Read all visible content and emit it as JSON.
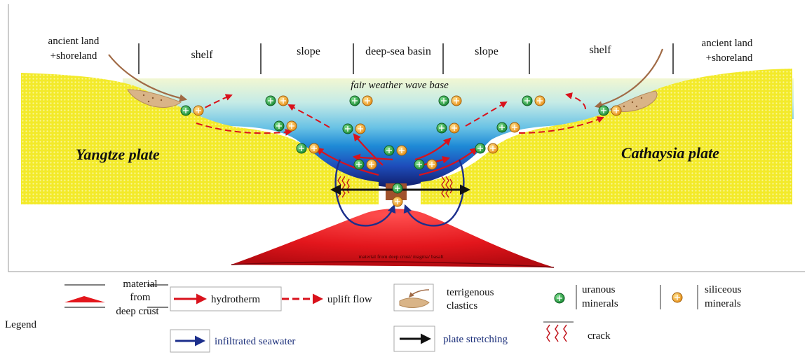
{
  "zones": {
    "left_land": [
      "ancient land",
      "+shoreland"
    ],
    "left_shelf": "shelf",
    "left_slope": "slope",
    "basin": "deep-sea basin",
    "right_slope": "slope",
    "right_shelf": "shelf",
    "right_land": [
      "ancient land",
      "+shoreland"
    ]
  },
  "wave_base": "fair weather wave base",
  "plates": {
    "left": "Yangtze plate",
    "right": "Cathaysia plate"
  },
  "source_label": "material from deep crust/  magma/  basalt",
  "legend": {
    "title": "Legend",
    "deep_crust": [
      "material",
      "from",
      "deep crust"
    ],
    "hydrotherm": "hydrotherm",
    "uplift_flow": "uplift flow",
    "terrigenous": [
      "terrigenous",
      "clastics"
    ],
    "uranous": [
      "uranous",
      "minerals"
    ],
    "siliceous": [
      "siliceous",
      "minerals"
    ],
    "seawater": "infiltrated seawater",
    "stretching": "plate stretching",
    "crack": "crack"
  },
  "colors": {
    "plate_yellow": "#f3ea2a",
    "hydrotherm_red": "#d9121c",
    "seawater_blue": "#1c2f8c",
    "uranous_green": "#1e9c3c",
    "siliceous_orange": "#f0a020",
    "clastics_brown": "#a06a45"
  }
}
